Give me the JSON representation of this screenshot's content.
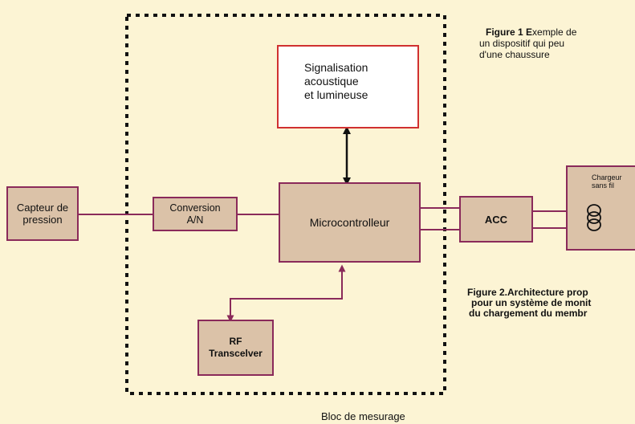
{
  "blocks": {
    "signalisation": "Signalisation\nacoustique\net lumineuse",
    "capteur": "Capteur de\npression",
    "conversion": "Conversion\nA/N",
    "microcontroleur": "Microcontrolleur",
    "rf": "RF\nTranscelver",
    "acc": "ACC",
    "chargeur": "Chargeur\nsans fil"
  },
  "labels": {
    "figure1_bold": "Figure 1 E",
    "figure1_rest_line1": "xemple de",
    "figure1_line2": "un dispositif qui peu",
    "figure1_line3": "d'une chaussure",
    "figure2_line1": "Figure 2.Architecture prop",
    "figure2_line2": "pour un système de monit",
    "figure2_line3": "du chargement du membr",
    "bloc": "Bloc de mesurage"
  },
  "colors": {
    "background": "#fcf4d4",
    "block_fill": "#dbc2a8",
    "block_border": "#8a2a5a",
    "signal_border": "#d03030",
    "arrow": "#111111",
    "wire": "#8a2a5a"
  }
}
